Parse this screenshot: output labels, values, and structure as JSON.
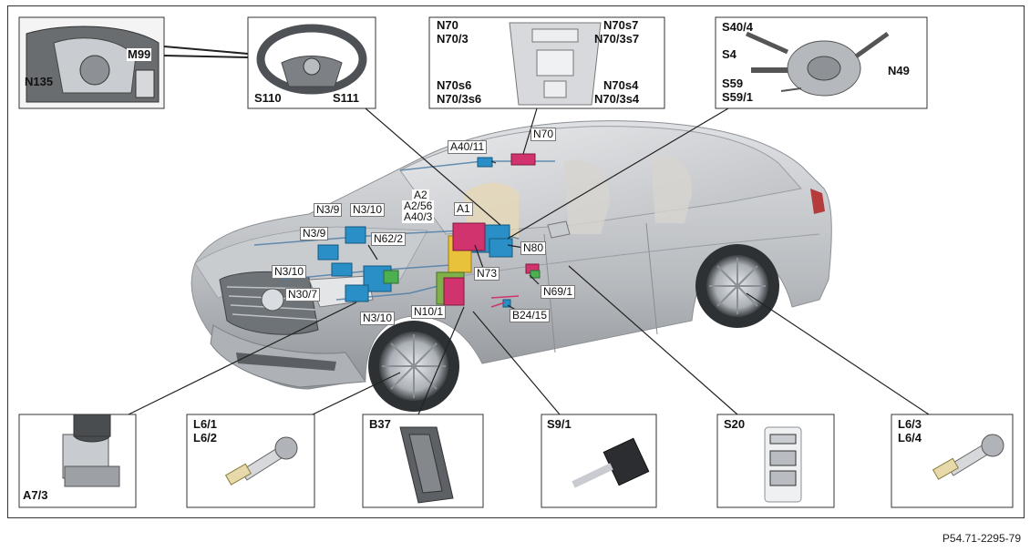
{
  "figure_ref": "P54.71-2295-79",
  "callouts": {
    "steering_detail": {
      "n135": "N135",
      "m99": "M99"
    },
    "steering_wheel": {
      "s110": "S110",
      "s111": "S111"
    },
    "overhead": {
      "n70": "N70",
      "n70_3": "N70/3",
      "n70s7": "N70s7",
      "n70_3s7": "N70/3s7",
      "n70s6": "N70s6",
      "n70_3s6": "N70/3s6",
      "n70s4": "N70s4",
      "n70_3s4": "N70/3s4"
    },
    "column_switch": {
      "s40_4": "S40/4",
      "s4": "S4",
      "n49": "N49",
      "s59": "S59",
      "s59_1": "S59/1"
    },
    "bottom_boxes": {
      "a7_3": "A7/3",
      "l6_1": "L6/1",
      "l6_2": "L6/2",
      "b37": "B37",
      "s9_1": "S9/1",
      "s20": "S20",
      "l6_3": "L6/3",
      "l6_4": "L6/4"
    },
    "car": {
      "a40_11": "A40/11",
      "n70": "N70",
      "a2": "A2",
      "a2_56": "A2/56",
      "a40_3": "A40/3",
      "a1": "A1",
      "n3_9_top": "N3/9",
      "n3_10_top": "N3/10",
      "n3_9_left": "N3/9",
      "n62_2": "N62/2",
      "n3_10_left": "N3/10",
      "n30_7": "N30/7",
      "n3_10_bottom": "N3/10",
      "n10_1": "N10/1",
      "n73": "N73",
      "n80": "N80",
      "n69_1": "N69/1",
      "b24_15": "B24/15"
    }
  },
  "colors": {
    "component_blue": "#2a8fc7",
    "component_magenta": "#d0336d",
    "component_green": "#4caf50",
    "component_yellow": "#e8c23a",
    "car_body": "#bfc2c6",
    "box_border": "#333333"
  }
}
